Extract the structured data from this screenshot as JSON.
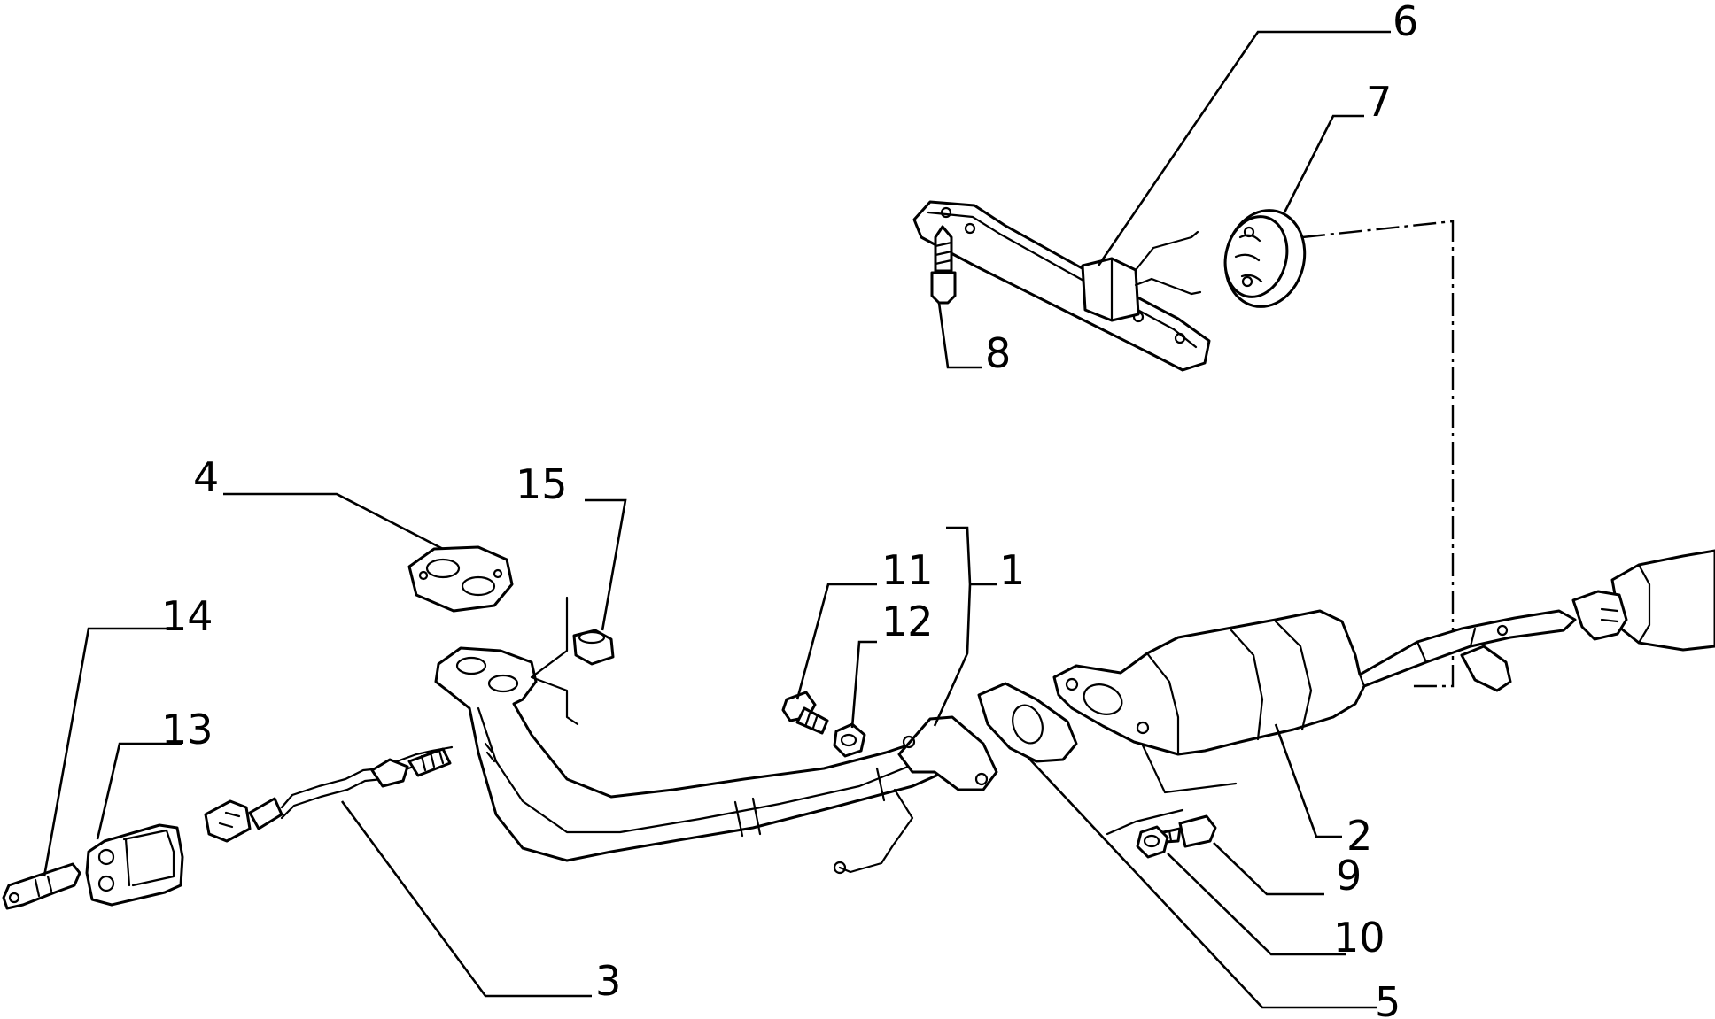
{
  "diagram": {
    "callouts": [
      {
        "id": "1",
        "label": "1"
      },
      {
        "id": "2",
        "label": "2"
      },
      {
        "id": "3",
        "label": "3"
      },
      {
        "id": "4",
        "label": "4"
      },
      {
        "id": "5",
        "label": "5"
      },
      {
        "id": "6",
        "label": "6"
      },
      {
        "id": "7",
        "label": "7"
      },
      {
        "id": "8",
        "label": "8"
      },
      {
        "id": "9",
        "label": "9"
      },
      {
        "id": "10",
        "label": "10"
      },
      {
        "id": "11",
        "label": "11"
      },
      {
        "id": "12",
        "label": "12"
      },
      {
        "id": "13",
        "label": "13"
      },
      {
        "id": "14",
        "label": "14"
      },
      {
        "id": "15",
        "label": "15"
      }
    ],
    "colors": {
      "line": "#000000",
      "background": "#ffffff"
    }
  }
}
